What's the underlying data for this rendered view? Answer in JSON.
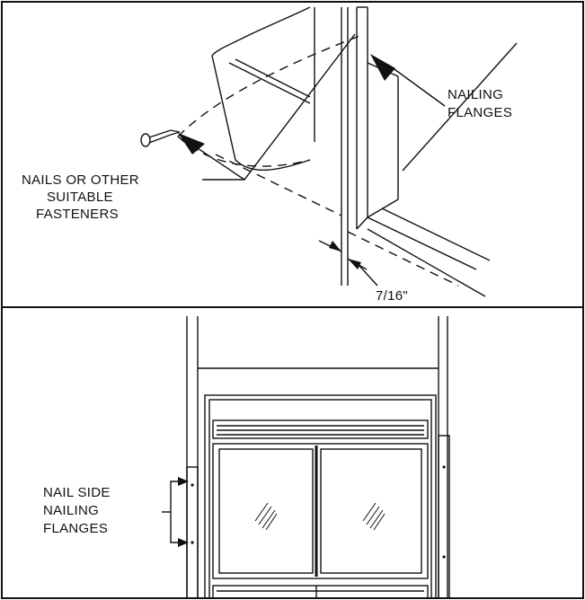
{
  "top_labels": {
    "nailing_flanges_line1": "NAILING",
    "nailing_flanges_line2": "FLANGES",
    "nails_line1": "NAILS OR OTHER",
    "nails_line2": "SUITABLE",
    "nails_line3": "FASTENERS",
    "dimension": "7/16\""
  },
  "bottom_labels": {
    "side_line1": "NAIL SIDE",
    "side_line2": "NAILING",
    "side_line3": "FLANGES"
  },
  "colors": {
    "ink": "#111111",
    "paper": "#ffffff"
  }
}
